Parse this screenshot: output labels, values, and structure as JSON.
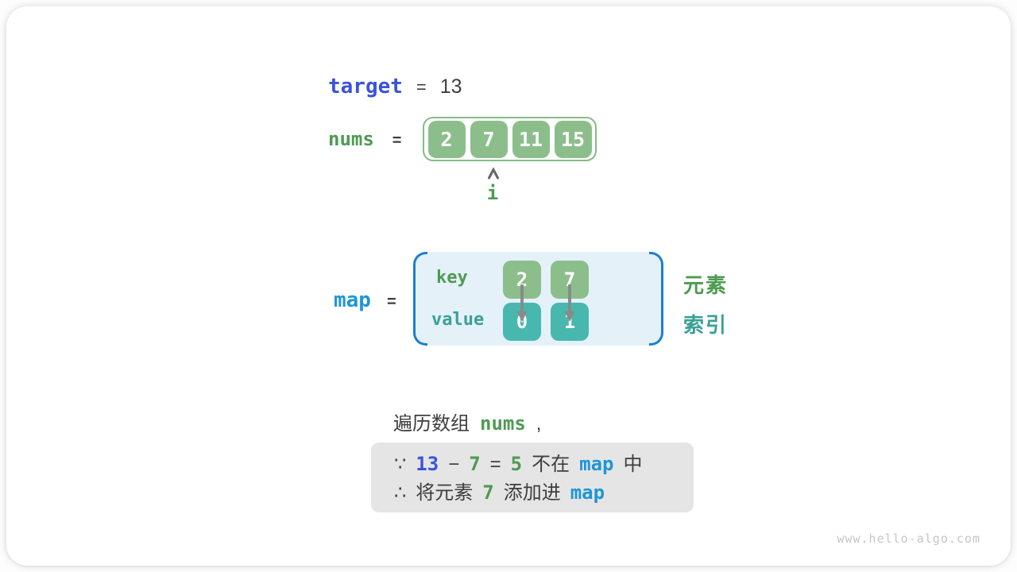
{
  "colors": {
    "royal_blue": "#3A53D9",
    "cyan_blue": "#1E96D8",
    "bracket_blue": "#1D7FD0",
    "green_text": "#4E9B52",
    "teal_text": "#3AA098",
    "green_fill": "#8CBE8C",
    "teal_fill": "#48B8AE",
    "dark_text": "#3E3E3E",
    "arrow_gray": "#8A8A8A",
    "map_bg": "#E4F1F9",
    "callout_bg": "#E5E5E5"
  },
  "target_row": {
    "label": "target",
    "equals": "=",
    "value": "13"
  },
  "nums_row": {
    "label": "nums",
    "equals": "=",
    "cells": [
      "2",
      "7",
      "11",
      "15"
    ]
  },
  "pointer": {
    "label": "i"
  },
  "map_row": {
    "label": "map",
    "equals": "=",
    "key_label": "key",
    "value_label": "value",
    "keys": [
      "2",
      "7"
    ],
    "values": [
      "0",
      "1"
    ],
    "element_label": "元素",
    "index_label": "索引"
  },
  "caption": {
    "prefix": "遍历数组",
    "code": "nums",
    "suffix": ","
  },
  "conclusion": {
    "line1": {
      "symbol": "∵",
      "target": "13",
      "minus": "−",
      "num": "7",
      "equals": "=",
      "result": "5",
      "text1": "不在",
      "code": "map",
      "text2": "中"
    },
    "line2": {
      "symbol": "∴",
      "text1": "将元素",
      "num": "7",
      "text2": "添加进",
      "code": "map"
    }
  },
  "watermark": "www.hello-algo.com"
}
